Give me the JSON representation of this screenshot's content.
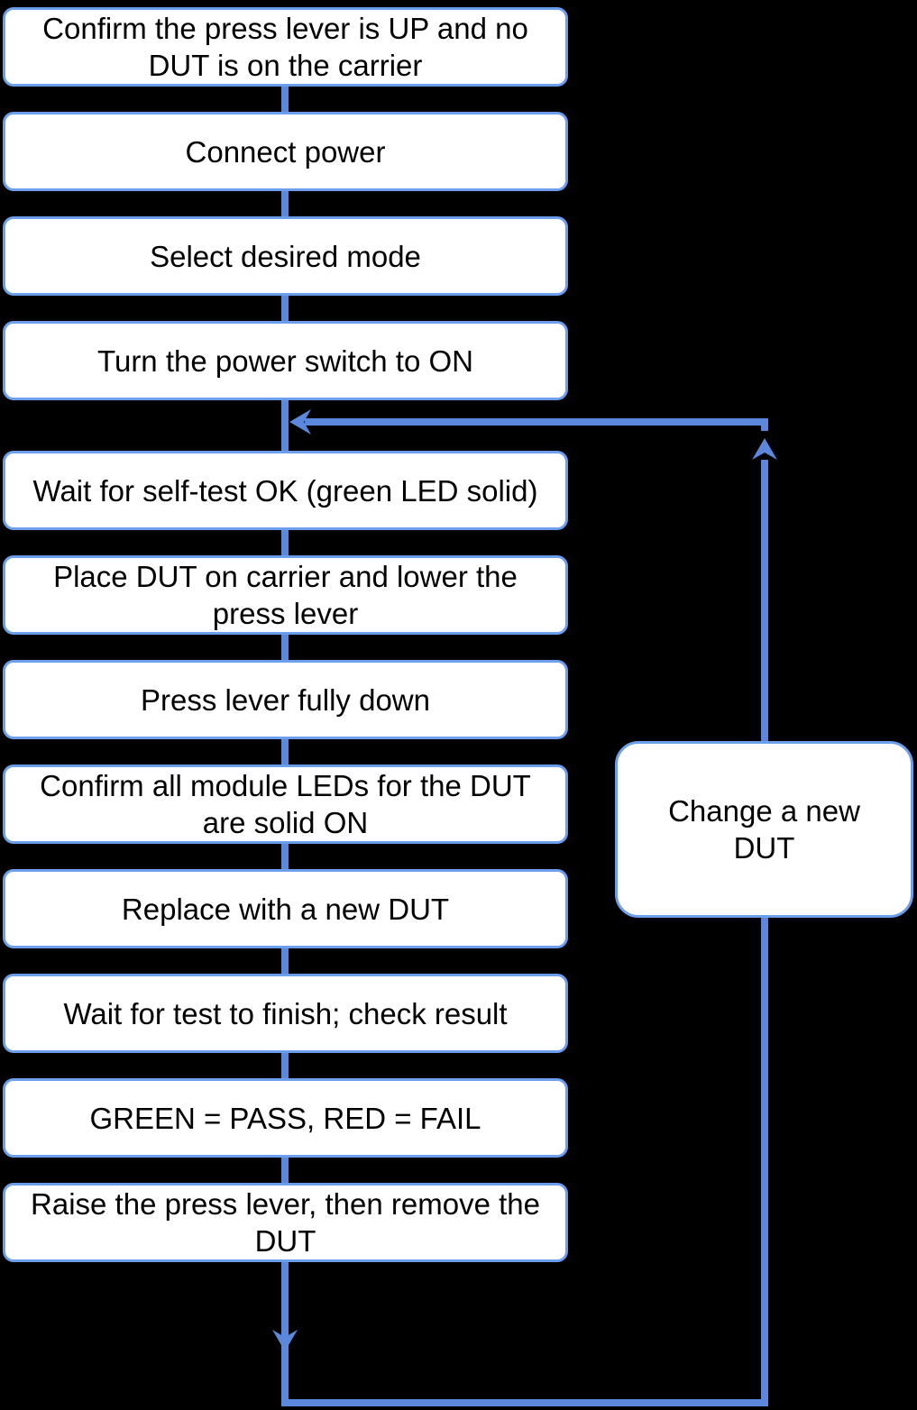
{
  "diagram": {
    "type": "flowchart",
    "colors": {
      "background": "#000000",
      "box_fill": "#ffffff",
      "box_border": "#6d9eeb",
      "connector": "#5b87dc",
      "text": "#000000"
    },
    "steps": [
      "Confirm the press lever is UP and no\nDUT is on the carrier",
      "Connect power",
      "Select desired mode",
      "Turn the power switch to ON",
      "Wait for self-test OK (green LED solid)",
      "Place DUT on carrier and lower the\npress lever",
      "Press lever fully down",
      "Confirm all module LEDs for the DUT\nare solid ON",
      "Replace with a new DUT",
      "Wait for test to finish; check result",
      "GREEN = PASS, RED = FAIL",
      "Raise the press lever, then remove the\nDUT"
    ],
    "side_step": "Change a new\nDUT"
  }
}
